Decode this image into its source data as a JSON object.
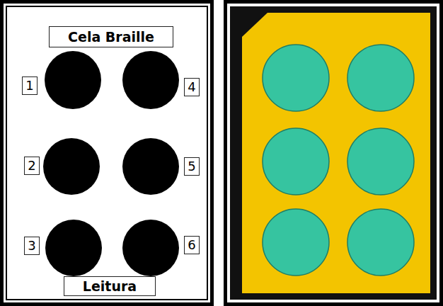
{
  "diagram": {
    "nodes": [
      {
        "text": [
          "Cela Braille"
        ]
      },
      {
        "text": [
          "1"
        ]
      },
      {
        "text": [
          "4"
        ]
      },
      {
        "text": [
          "2"
        ]
      },
      {
        "text": [
          "5"
        ]
      },
      {
        "text": [
          "3"
        ]
      },
      {
        "text": [
          "6"
        ]
      },
      {
        "text": [
          "Leitura"
        ]
      }
    ]
  }
}
